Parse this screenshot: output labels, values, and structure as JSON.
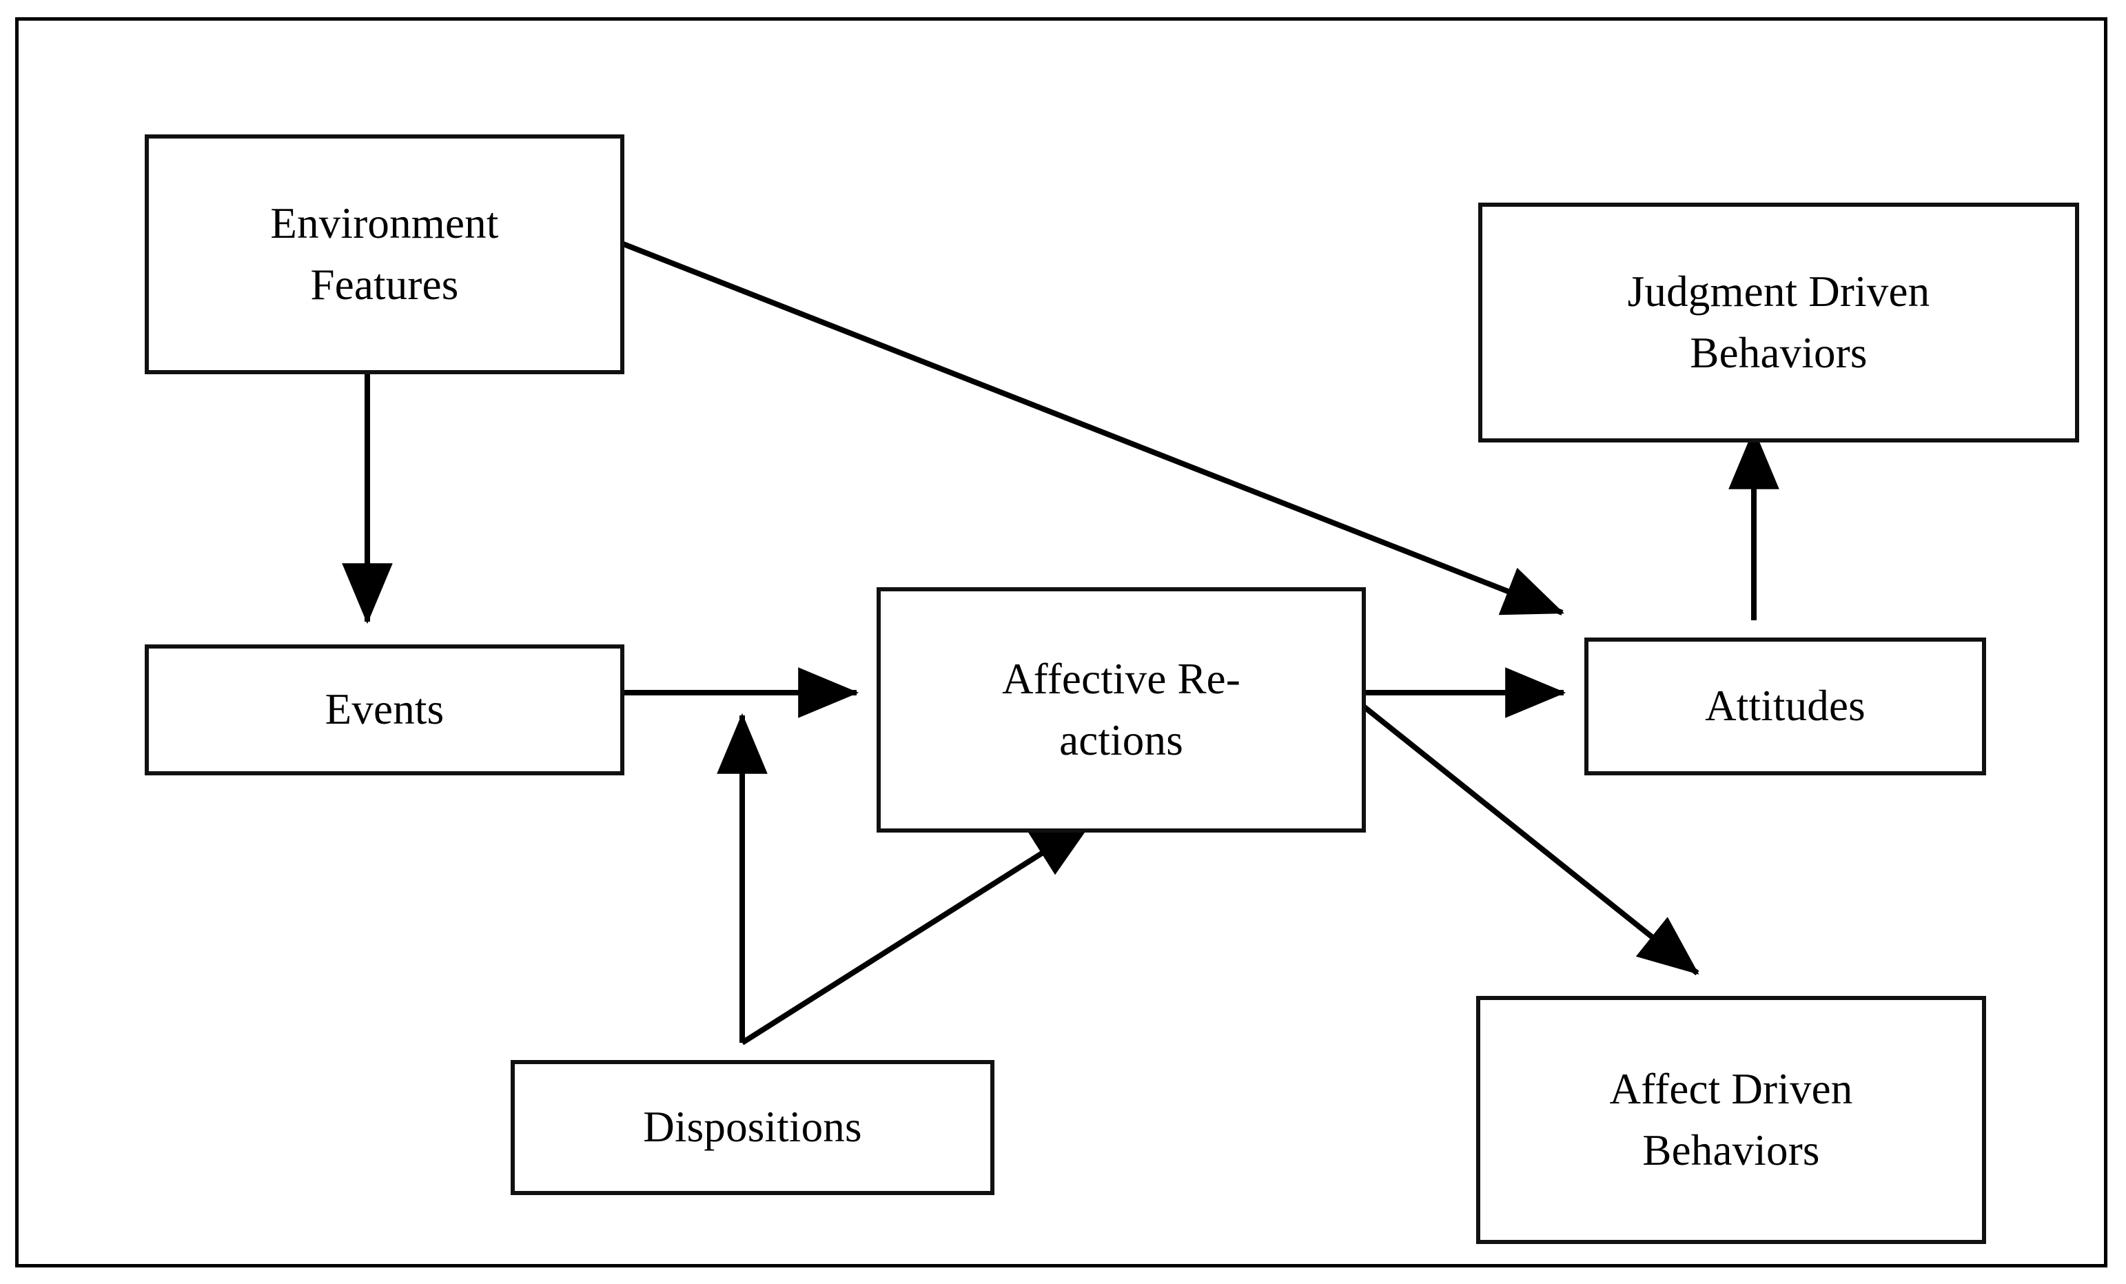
{
  "figure": {
    "title": "Affective Events Theory model",
    "frame": {
      "border_color": "#000000",
      "background": "#ffffff"
    }
  },
  "nodes": [
    {
      "id": "environment-features",
      "label": "Environment\nFeatures",
      "lines": [
        "Environment",
        "Features"
      ]
    },
    {
      "id": "judgment-driven-behaviors",
      "label": "Judgment Driven\nBehaviors",
      "lines": [
        "Judgment Driven",
        "Behaviors"
      ]
    },
    {
      "id": "events",
      "label": "Events",
      "lines": [
        "Events"
      ]
    },
    {
      "id": "affective-reactions",
      "label": "Affective Re-\nactions",
      "lines": [
        "Affective Re-",
        "actions"
      ]
    },
    {
      "id": "attitudes",
      "label": "Attitudes",
      "lines": [
        "Attitudes"
      ]
    },
    {
      "id": "dispositions",
      "label": "Dispositions",
      "lines": [
        "Dispositions"
      ]
    },
    {
      "id": "affect-driven-behaviors",
      "label": "Affect Driven\nBehaviors",
      "lines": [
        "Affect Driven",
        "Behaviors"
      ]
    }
  ],
  "edges": [
    {
      "id": "environment-features-to-events",
      "from": "environment-features",
      "to": "events",
      "style": "straight-vertical",
      "direction": "down"
    },
    {
      "id": "environment-features-to-attitudes",
      "from": "environment-features",
      "to": "attitudes",
      "style": "diagonal",
      "direction": "down-right"
    },
    {
      "id": "events-to-affective-reactions",
      "from": "events",
      "to": "affective-reactions",
      "style": "straight-horizontal",
      "direction": "right"
    },
    {
      "id": "dispositions-to-events",
      "from": "dispositions",
      "to": "events",
      "style": "straight-vertical",
      "direction": "up"
    },
    {
      "id": "dispositions-to-affective-reactions",
      "from": "dispositions",
      "to": "affective-reactions",
      "style": "diagonal",
      "direction": "up-right"
    },
    {
      "id": "affective-reactions-to-attitudes",
      "from": "affective-reactions",
      "to": "attitudes",
      "style": "straight-horizontal",
      "direction": "right"
    },
    {
      "id": "affective-reactions-to-affect-driven-behaviors",
      "from": "affective-reactions",
      "to": "affect-driven-behaviors",
      "style": "diagonal",
      "direction": "down-right"
    },
    {
      "id": "attitudes-to-judgment-driven-behaviors",
      "from": "attitudes",
      "to": "judgment-driven-behaviors",
      "style": "straight-vertical",
      "direction": "up"
    }
  ],
  "style": {
    "line_color": "#000000",
    "box_border_color": "#111111",
    "box_fill": "#ffffff",
    "text_color": "#000000"
  }
}
